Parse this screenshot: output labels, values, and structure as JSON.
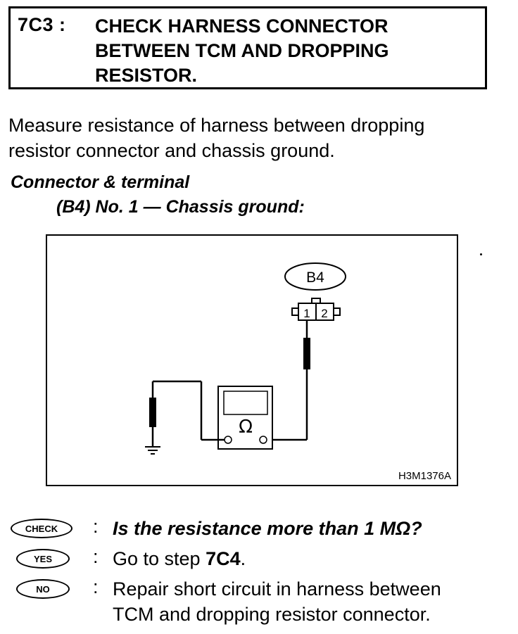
{
  "header": {
    "step_id": "7C3 :",
    "title": "CHECK HARNESS CONNECTOR\nBETWEEN TCM AND DROPPING\nRESISTOR."
  },
  "instruction": "Measure resistance of harness between dropping\nresistor connector and chassis ground.",
  "connector": {
    "heading": "Connector & terminal",
    "detail": "(B4) No. 1 — Chassis ground:"
  },
  "diagram": {
    "connector_label": "B4",
    "terminal_1": "1",
    "terminal_2": "2",
    "meter_symbol": "Ω",
    "figure_code": "H3M1376A",
    "icons": [
      "ohmmeter-icon",
      "ground-symbol-icon",
      "test-probe-icon"
    ]
  },
  "qa": {
    "check": {
      "badge": "CHECK",
      "colon": ":",
      "text": "Is the resistance more than 1 MΩ?"
    },
    "yes": {
      "badge": "YES",
      "colon": ":",
      "text_prefix": "Go to step ",
      "step_ref": "7C4",
      "text_suffix": "."
    },
    "no": {
      "badge": "NO",
      "colon": ":",
      "text": "Repair short circuit in harness between\nTCM and dropping resistor connector."
    }
  }
}
